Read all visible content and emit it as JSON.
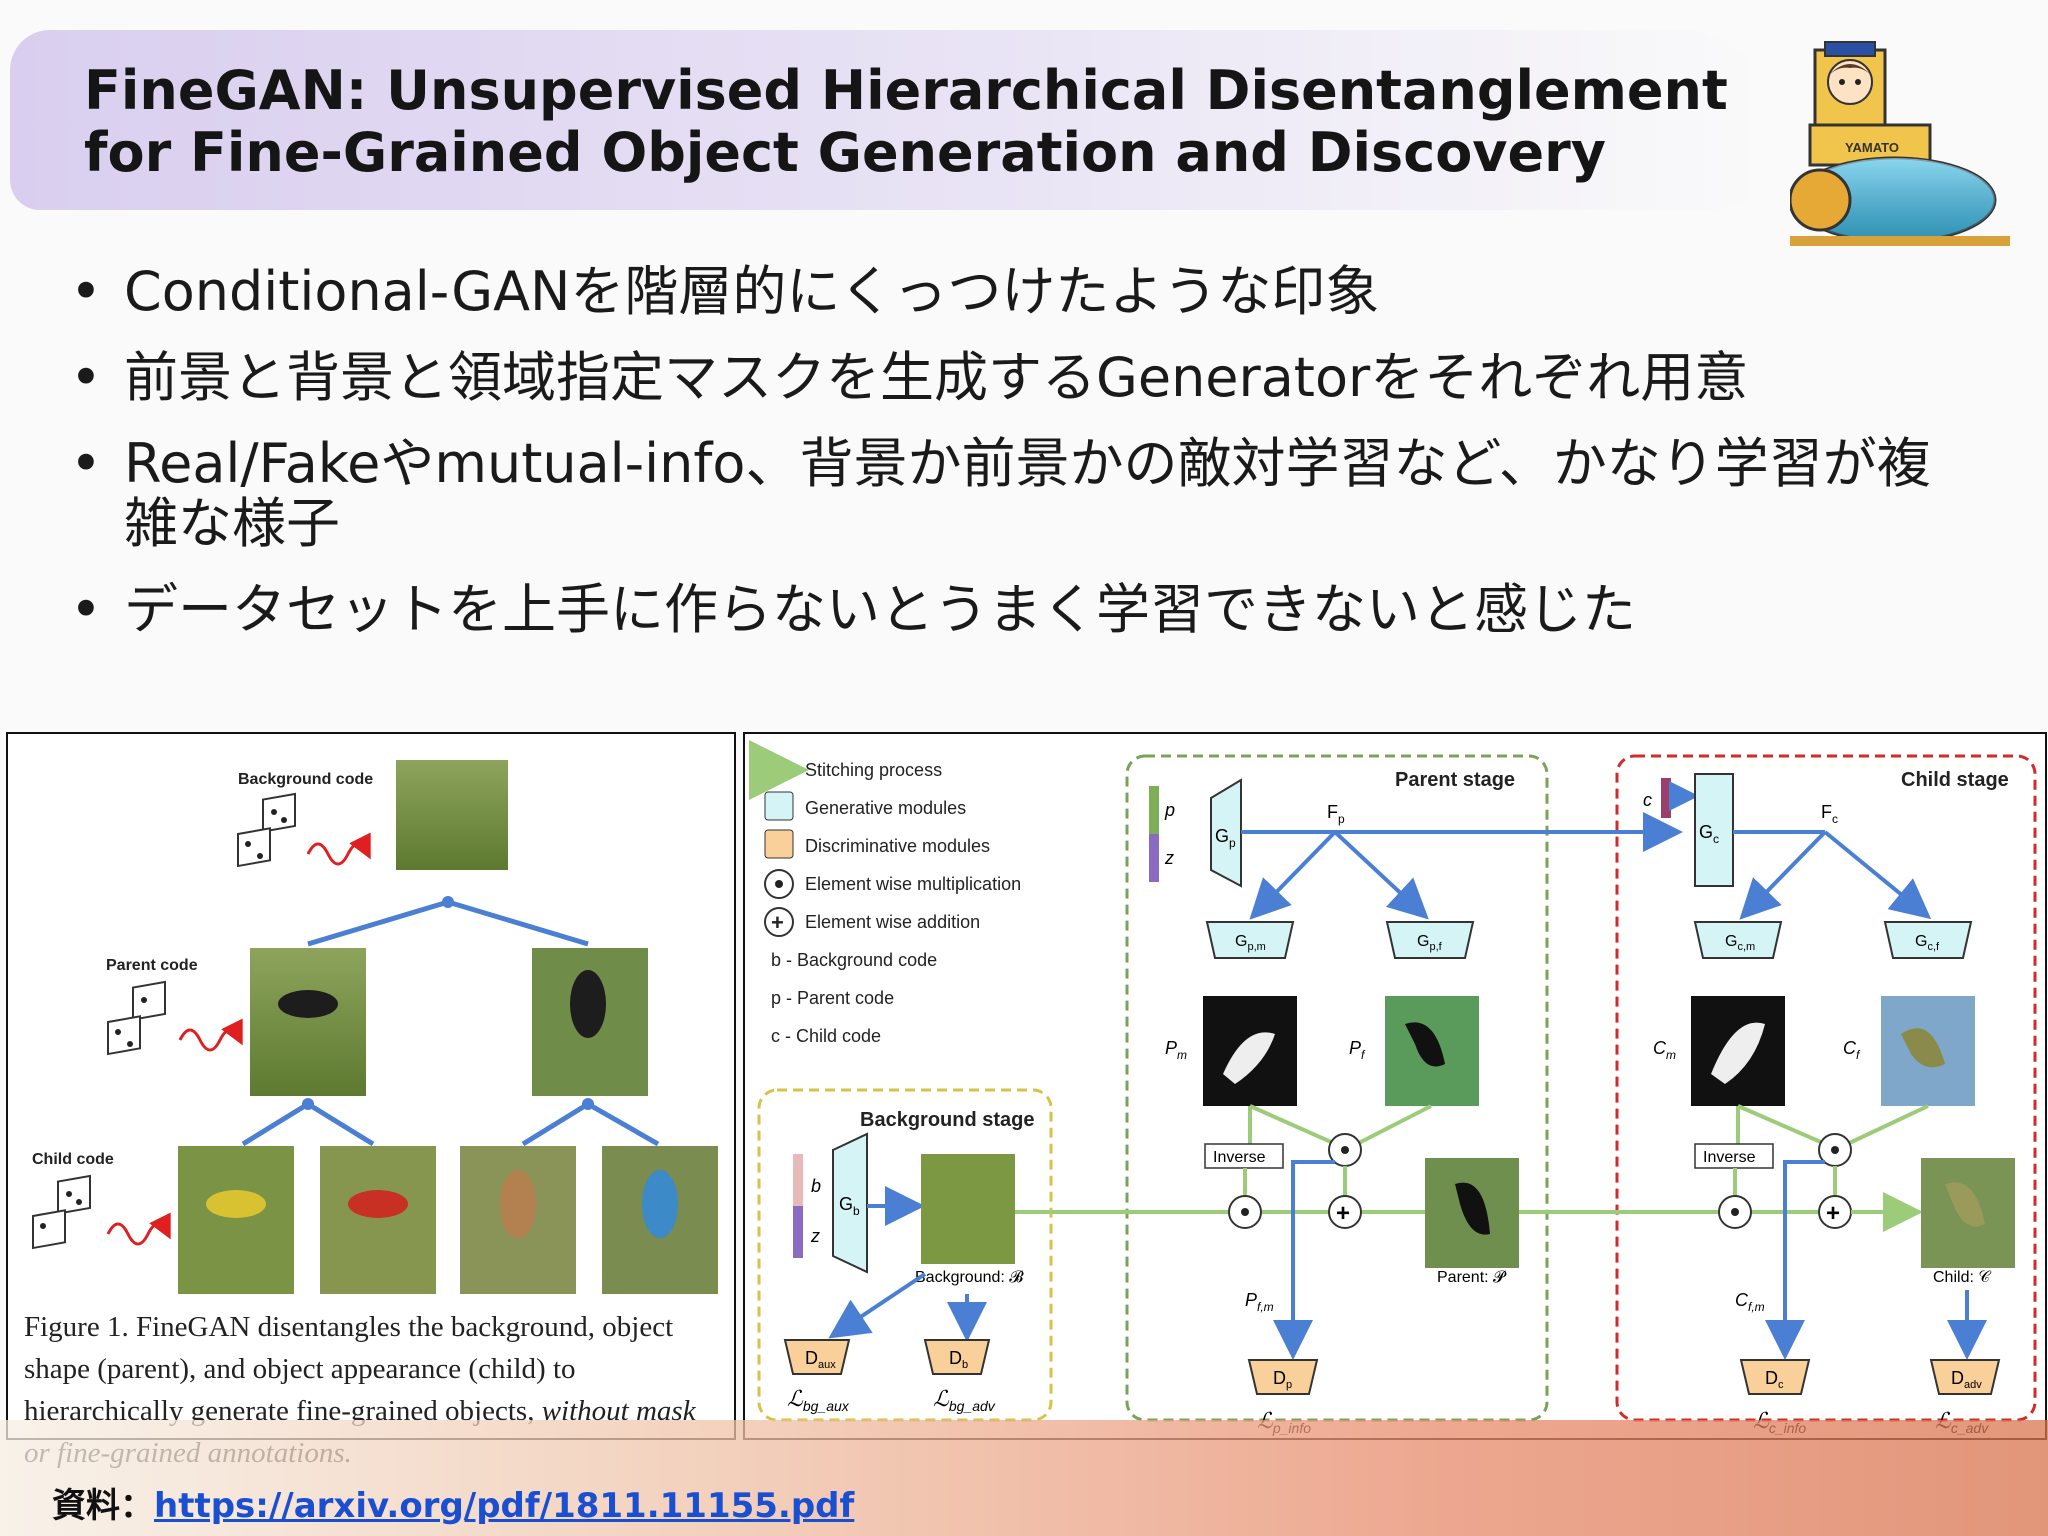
{
  "slide": {
    "title_line1": "FineGAN: Unsupervised Hierarchical Disentanglement",
    "title_line2": "for Fine-Grained Object Generation and Discovery",
    "mascot_text": "YAMATO"
  },
  "bullets": [
    "Conditional-GANを階層的にくっつけたような印象",
    "前景と背景と領域指定マスクを生成するGeneratorをそれぞれ用意",
    "Real/Fakeやmutual-info、背景か前景かの敵対学習など、かなり学習が複雑な様子",
    "データセットを上手に作らないとうまく学習できないと感じた"
  ],
  "figure1": {
    "background_code": "Background code",
    "parent_code": "Parent code",
    "child_code": "Child code",
    "caption_start": "Figure 1. FineGAN disentangles the background, object shape (parent), and object appearance (child) to hierarchically generate fine-grained objects, ",
    "caption_italic": "without mask or fine-grained annotations."
  },
  "figure2": {
    "legend": [
      "Stitching process",
      "Generative modules",
      "Discriminative modules",
      "Element wise multiplication",
      "Element wise addition",
      "b - Background code",
      "p - Parent code",
      "c - Child code"
    ],
    "background_stage": "Background stage",
    "parent_stage": "Parent stage",
    "child_stage": "Child stage",
    "gb": "G",
    "gb_sub": "b",
    "gp": "G",
    "gp_sub": "p",
    "gc": "G",
    "gc_sub": "c",
    "fp": "F",
    "fp_sub": "p",
    "fc": "F",
    "fc_sub": "c",
    "gpm": "G",
    "gpm_sub": "p,m",
    "gpf": "G",
    "gpf_sub": "p,f",
    "gcm": "G",
    "gcm_sub": "c,m",
    "gcf": "G",
    "gcf_sub": "c,f",
    "pm": "P",
    "pm_sub": "m",
    "pf": "P",
    "pf_sub": "f",
    "cm": "C",
    "cm_sub": "m",
    "cf": "C",
    "cf_sub": "f",
    "inverse": "Inverse",
    "background_label": "Background: 𝓑",
    "parent_label": "Parent: 𝓟",
    "child_label": "Child: 𝒞",
    "pfm": "P",
    "pfm_sub": "f,m",
    "cfm": "C",
    "cfm_sub": "f,m",
    "daux": "D",
    "daux_sub": "aux",
    "db": "D",
    "db_sub": "b",
    "dp": "D",
    "dp_sub": "p",
    "dc": "D",
    "dc_sub": "c",
    "dadv": "D",
    "dadv_sub": "adv",
    "l_bg_aux": "ℒ",
    "l_bg_aux_sub": "bg_aux",
    "l_bg_adv": "ℒ",
    "l_bg_adv_sub": "bg_adv",
    "l_p_info": "ℒ",
    "l_p_info_sub": "p_info",
    "l_c_info": "ℒ",
    "l_c_info_sub": "c_info",
    "l_c_adv": "ℒ",
    "l_c_adv_sub": "c_adv",
    "code_b": "b",
    "code_z": "z",
    "code_p": "p",
    "code_c": "c"
  },
  "source": {
    "label": "資料：",
    "url": "https://arxiv.org/pdf/1811.11155.pdf"
  },
  "colors": {
    "arrow_blue": "#4a7fd4",
    "stitch_green": "#9ccc7a",
    "gen_cyan": "#d5f4f6",
    "disc_orange": "#f9cf9a",
    "parent_dash": "#7aa35a",
    "child_dash": "#d42a2a",
    "bg_dash": "#d9c24a"
  }
}
